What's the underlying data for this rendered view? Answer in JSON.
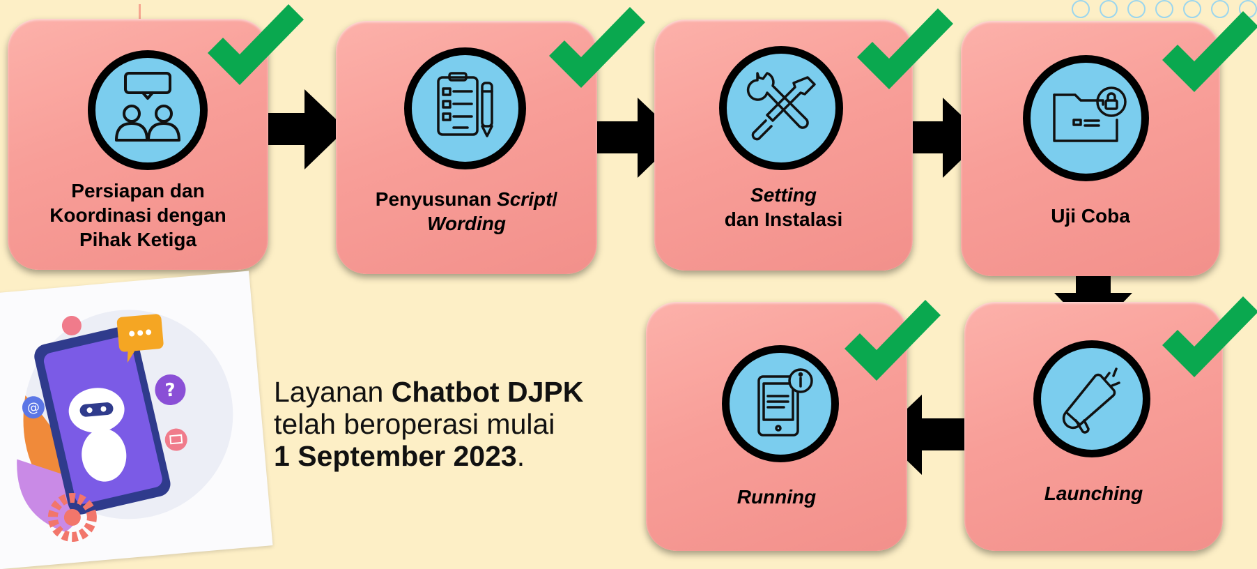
{
  "steps": [
    {
      "id": "persiapan",
      "icon": "meeting-icon",
      "label": [
        "Persiapan dan",
        "Koordinasi dengan",
        "Pihak Ketiga"
      ]
    },
    {
      "id": "penyusunan",
      "icon": "checklist-icon",
      "label_pre": "Penyusunan ",
      "label_it1": "Script",
      "label_slash": "/",
      "label_it2": "Wording"
    },
    {
      "id": "setting",
      "icon": "tools-icon",
      "label_it": "Setting",
      "label_rest": "dan Instalasi"
    },
    {
      "id": "uji-coba",
      "icon": "locked-folder-icon",
      "label": "Uji Coba"
    },
    {
      "id": "launching",
      "icon": "megaphone-icon",
      "label": "Launching"
    },
    {
      "id": "running",
      "icon": "tablet-info-icon",
      "label": "Running"
    }
  ],
  "status_icon": "checkmark-icon",
  "announcement": {
    "part1": "Layanan ",
    "bold1": "Chatbot DJPK",
    "part2": "telah beroperasi mulai",
    "bold2": "1 September 2023",
    "end": "."
  },
  "illustration": "chatbot-robot-phone-illustration",
  "colors": {
    "background": "#fdefc6",
    "box": "#f89e98",
    "icon_circle": "#7bcdee",
    "check": "#0aa84f",
    "arrow": "#000000"
  }
}
